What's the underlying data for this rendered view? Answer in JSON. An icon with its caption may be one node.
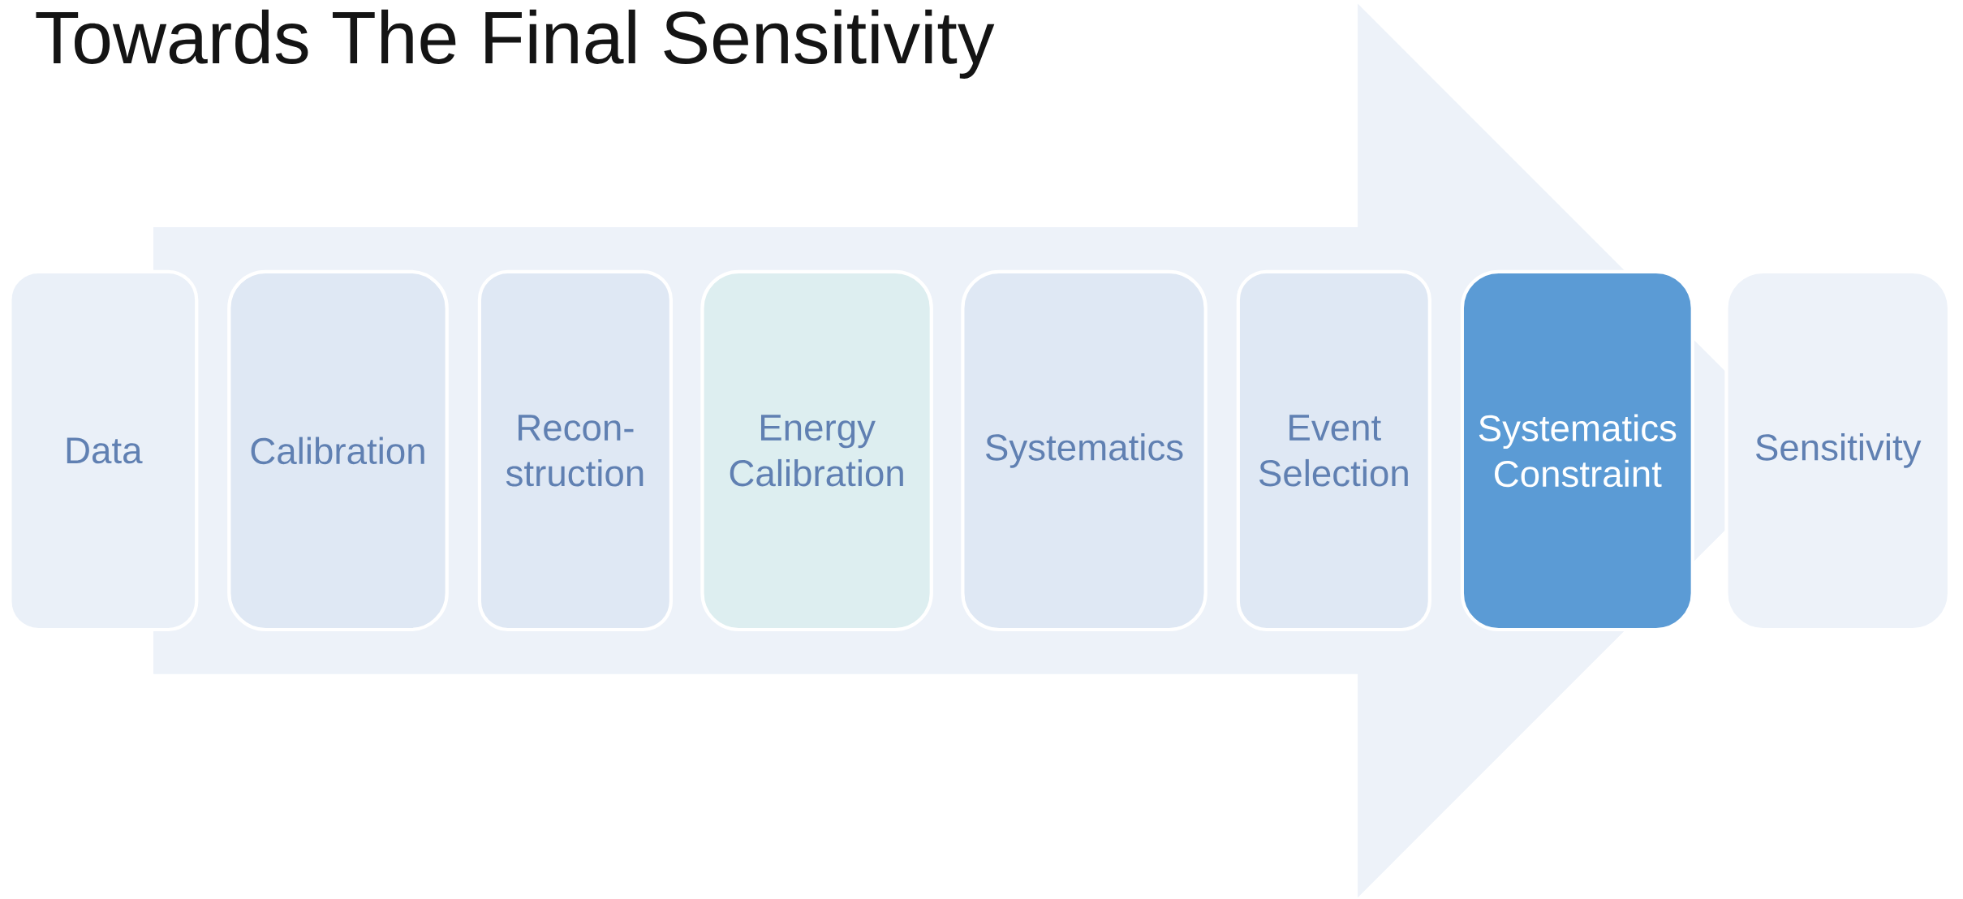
{
  "diagram": {
    "title": "Towards The Final Sensitivity",
    "nodes": [
      {
        "text": [
          "Data"
        ]
      },
      {
        "text": [
          "Calibration"
        ]
      },
      {
        "text": [
          "Recon- struction"
        ]
      },
      {
        "text": [
          "Energy Calibration"
        ]
      },
      {
        "text": [
          "Systematics"
        ]
      },
      {
        "text": [
          "Event Selection"
        ]
      },
      {
        "text": [
          "Systematics Constraint"
        ]
      },
      {
        "text": [
          "Sensitivity"
        ]
      }
    ],
    "edges": [
      {
        "from": 0,
        "to": 7,
        "arrow": "to",
        "style": "thick"
      }
    ]
  }
}
